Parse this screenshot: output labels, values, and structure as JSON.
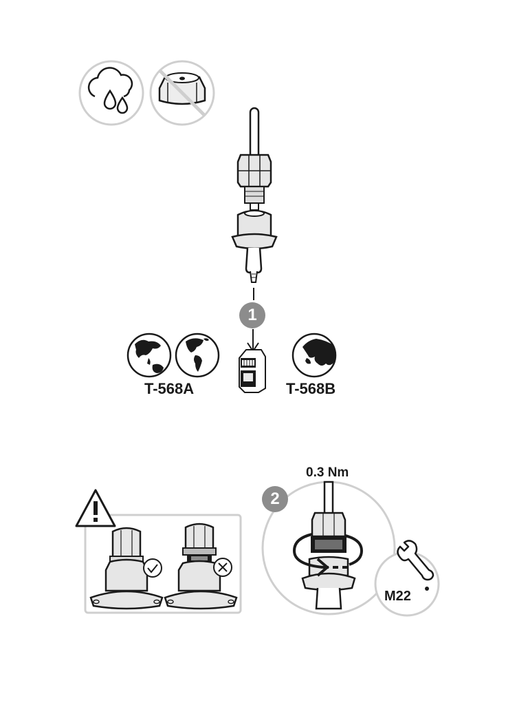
{
  "steps": {
    "step1": {
      "number": "1"
    },
    "step2": {
      "number": "2"
    }
  },
  "wiring": {
    "standard_a": "T-568A",
    "standard_b": "T-568B",
    "standard_a_regions": [
      "asia-australia-globe-icon",
      "americas-globe-icon"
    ],
    "standard_b_regions": [
      "europe-globe-icon"
    ]
  },
  "tightening": {
    "torque": "0.3 Nm",
    "wrench_size": "M22"
  },
  "icons": {
    "top_left": [
      "rain-drops-icon",
      "no-cap-icon"
    ],
    "warning": "warning-triangle-icon",
    "correct": "check-circle-icon",
    "incorrect": "cross-circle-icon",
    "wrench": "wrench-icon"
  },
  "colors": {
    "line": "#1a1a1a",
    "circle_gray": "#cfcfcf",
    "part_fill": "#e6e6e6",
    "badge": "#8c8c8c"
  }
}
